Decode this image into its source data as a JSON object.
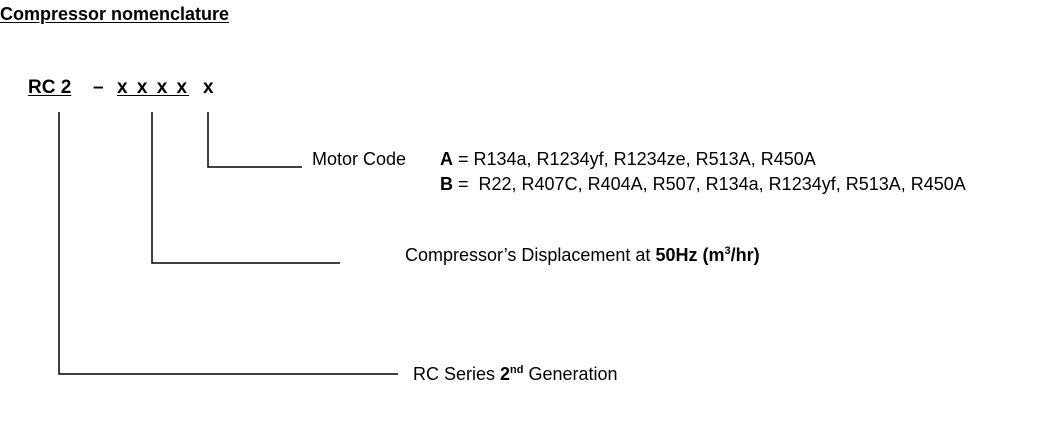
{
  "title": "Compressor nomenclature",
  "code": {
    "prefix": "RC 2",
    "dash": "–",
    "displacement_placeholder": "x x x x",
    "motor_placeholder": "x"
  },
  "motor": {
    "label": "Motor Code",
    "options": [
      {
        "key": "A",
        "sep": " = ",
        "refrigerants": "R134a, R1234yf, R1234ze, R513A, R450A"
      },
      {
        "key": "B",
        "sep": " =  ",
        "refrigerants": "R22, R407C, R404A, R507, R134a, R1234yf, R513A, R450A"
      }
    ]
  },
  "displacement": {
    "text": "Compressor’s Displacement at ",
    "freq": "50Hz",
    "unit_open": " (m",
    "unit_sup": "3",
    "unit_close": "/hr)"
  },
  "series": {
    "text": "RC Series ",
    "num": "2",
    "sup": "nd",
    "suffix": " Generation"
  }
}
